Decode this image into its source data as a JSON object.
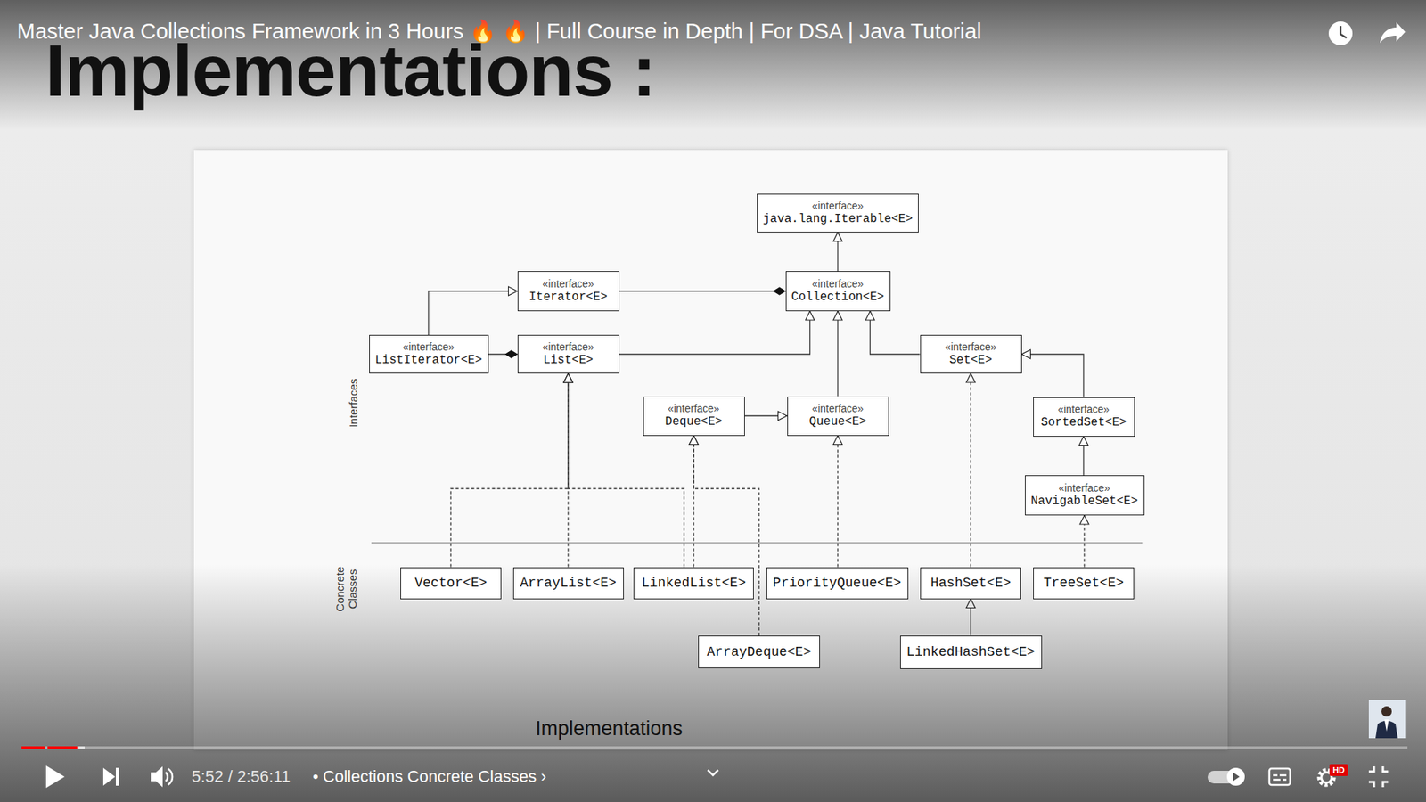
{
  "diagram": {
    "title": "Implementations :",
    "caption": "Implementations",
    "nodes": [
      {
        "text": [
          "«interface»",
          "java.lang.Iterable<E>"
        ]
      },
      {
        "text": [
          "«interface»",
          "Iterator<E>"
        ]
      },
      {
        "text": [
          "«interface»",
          "Collection<E>"
        ]
      },
      {
        "text": [
          "«interface»",
          "ListIterator<E>"
        ]
      },
      {
        "text": [
          "«interface»",
          "List<E>"
        ]
      },
      {
        "text": [
          "«interface»",
          "Set<E>"
        ]
      },
      {
        "text": [
          "«interface»",
          "Deque<E>"
        ]
      },
      {
        "text": [
          "«interface»",
          "Queue<E>"
        ]
      },
      {
        "text": [
          "«interface»",
          "SortedSet<E>"
        ]
      },
      {
        "text": [
          "«interface»",
          "NavigableSet<E>"
        ]
      },
      {
        "text": [
          "Vector<E>"
        ]
      },
      {
        "text": [
          "ArrayList<E>"
        ]
      },
      {
        "text": [
          "LinkedList<E>"
        ]
      },
      {
        "text": [
          "PriorityQueue<E>"
        ]
      },
      {
        "text": [
          "HashSet<E>"
        ]
      },
      {
        "text": [
          "TreeSet<E>"
        ]
      },
      {
        "text": [
          "ArrayDeque<E>"
        ]
      },
      {
        "text": [
          "LinkedHashSet<E>"
        ]
      }
    ],
    "edges": [
      {
        "from": 2,
        "to": 0,
        "arrow": "to"
      },
      {
        "from": 1,
        "to": 2,
        "arrow": "to"
      },
      {
        "from": 3,
        "to": 1,
        "arrow": "to"
      },
      {
        "from": 3,
        "to": 4,
        "arrow": "to"
      },
      {
        "from": 4,
        "to": 2,
        "arrow": "to"
      },
      {
        "from": 5,
        "to": 2,
        "arrow": "to"
      },
      {
        "from": 7,
        "to": 2,
        "arrow": "to"
      },
      {
        "from": 6,
        "to": 7,
        "arrow": "to"
      },
      {
        "from": 8,
        "to": 5,
        "arrow": "to"
      },
      {
        "from": 9,
        "to": 8,
        "arrow": "to"
      },
      {
        "from": 10,
        "to": 4,
        "arrow": "to"
      },
      {
        "from": 11,
        "to": 4,
        "arrow": "to"
      },
      {
        "from": 12,
        "to": 4,
        "arrow": "to"
      },
      {
        "from": 12,
        "to": 6,
        "arrow": "to"
      },
      {
        "from": 16,
        "to": 6,
        "arrow": "to"
      },
      {
        "from": 13,
        "to": 7,
        "arrow": "to"
      },
      {
        "from": 14,
        "to": 5,
        "arrow": "to"
      },
      {
        "from": 15,
        "to": 9,
        "arrow": "to"
      },
      {
        "from": 17,
        "to": 14,
        "arrow": "to"
      }
    ],
    "labels": [
      "Master Java Collections Framework in 3 Hours 🔥 🔥 | Full Course in Depth | For DSA | Java Tutorial",
      "Interfaces",
      "Concrete Classes",
      "5:52 / 2:56:11",
      "• Collections Concrete Classes ›",
      "HD"
    ]
  }
}
